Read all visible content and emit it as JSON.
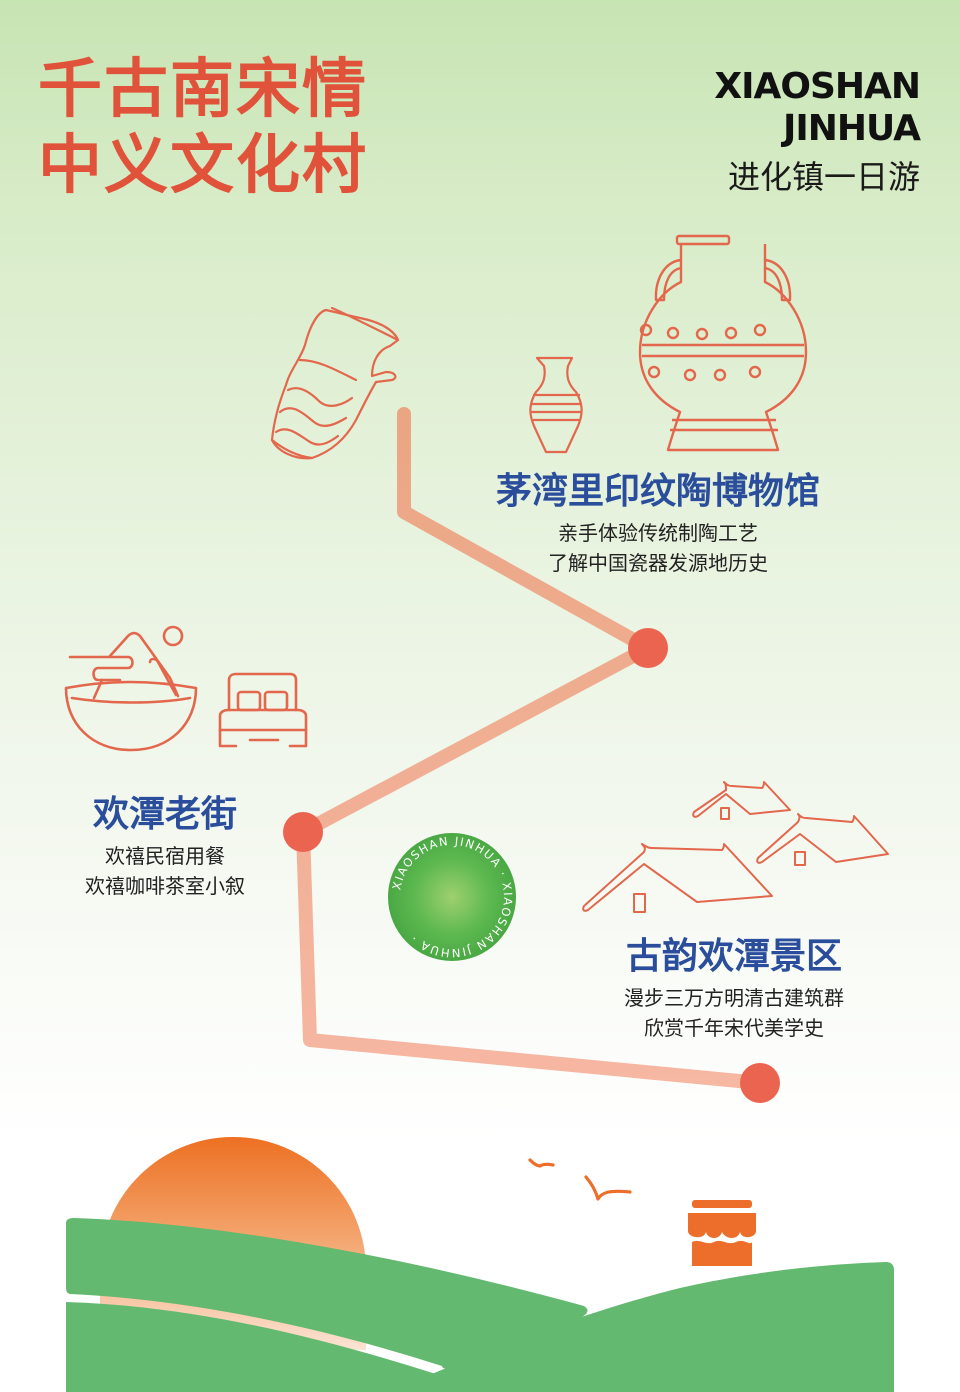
{
  "title": {
    "line1": "千古南宋情",
    "line2": "中义文化村"
  },
  "brand": {
    "line1": "XIAOSHAN",
    "line2": "JINHUA",
    "subtitle": "进化镇一日游"
  },
  "stops": [
    {
      "title": "茅湾里印纹陶博物馆",
      "desc": [
        "亲手体验传统制陶工艺",
        "了解中国瓷器发源地历史"
      ],
      "icon": "pottery-vases-icon"
    },
    {
      "title": "欢潭老街",
      "desc": [
        "欢禧民宿用餐",
        "欢禧咖啡茶室小叙"
      ],
      "icon": "food-bowl-and-bed-icon"
    },
    {
      "title": "古韵欢潭景区",
      "desc": [
        "漫步三万方明清古建筑群",
        "欣赏千年宋代美学史"
      ],
      "icon": "ancient-houses-icon"
    }
  ],
  "badge": {
    "ring_text": "XIAOSHAN JINHUA · XIAOSHAN JINHUA ·"
  },
  "colors": {
    "title_red": "#e0533a",
    "stop_blue": "#2a4d9c",
    "route": "#f0ad90",
    "node": "#ea6450",
    "line_art": "#e3674c",
    "hill_green": "#63b96f",
    "sun_orange": "#ee7428"
  }
}
